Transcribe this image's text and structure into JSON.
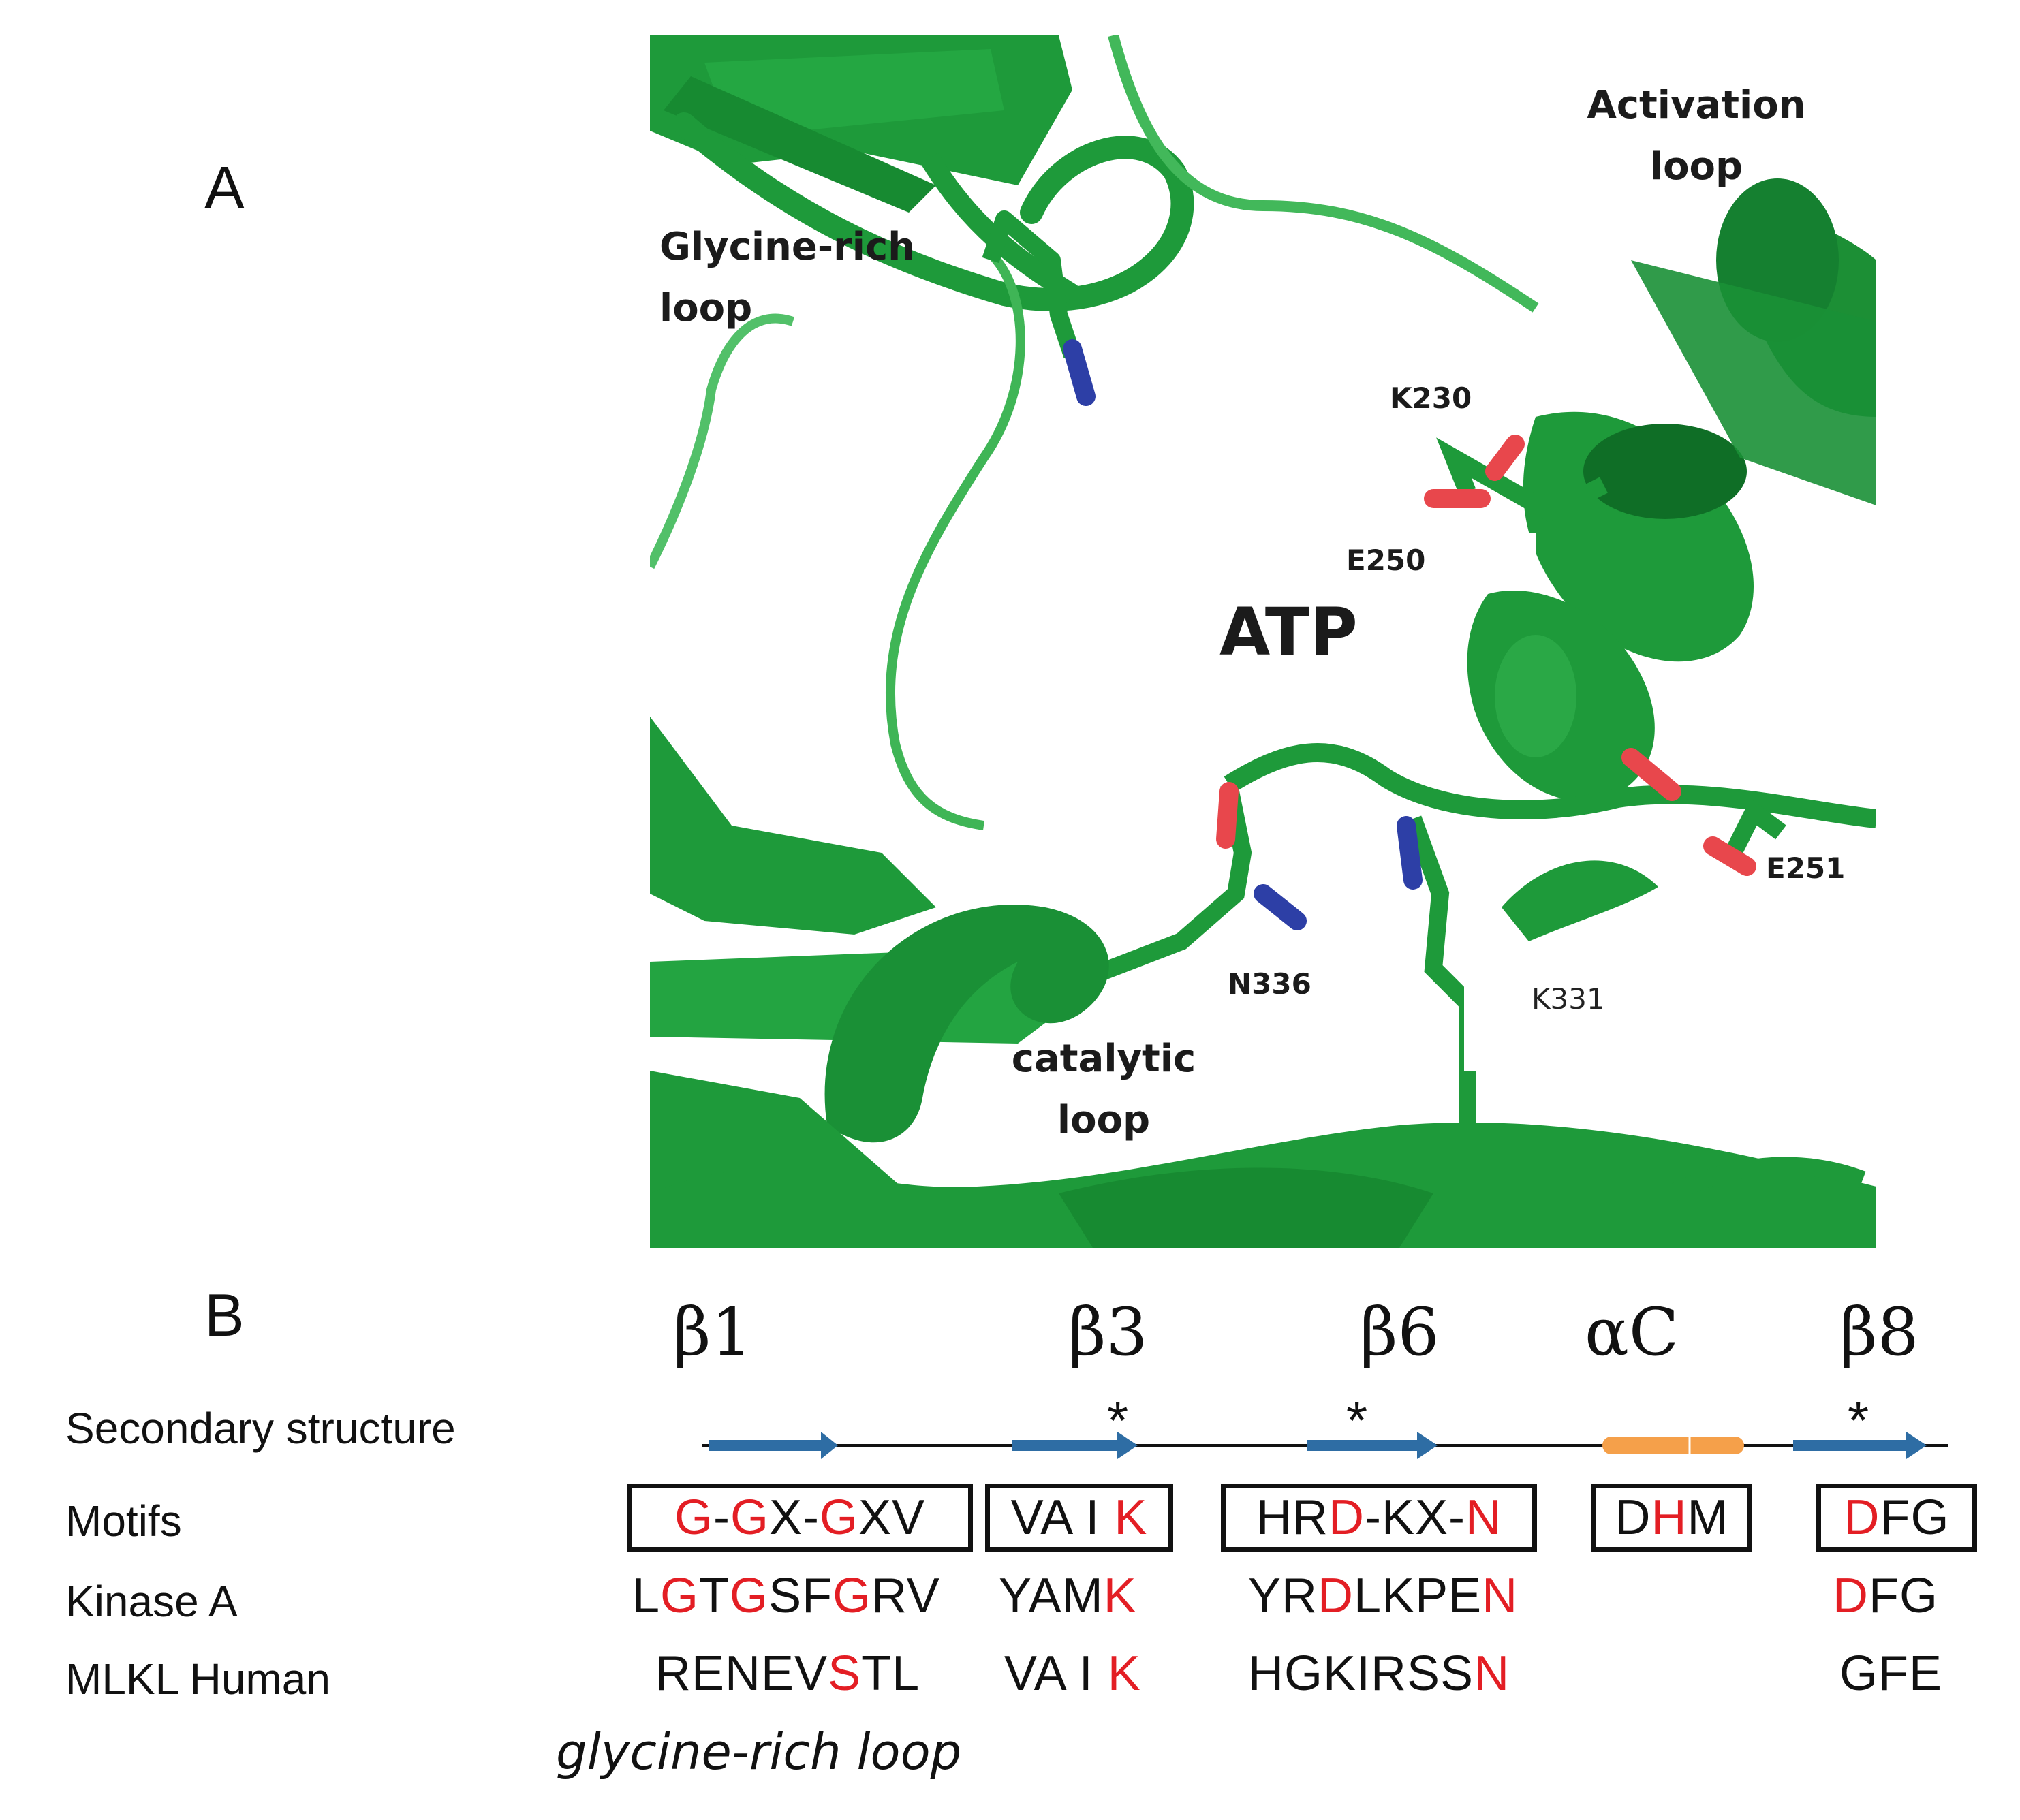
{
  "panel_a": {
    "letter": "A",
    "labels": {
      "activation_loop": [
        "Activation",
        "loop"
      ],
      "glycine_rich_loop": [
        "Glycine-rich",
        "loop"
      ],
      "k230": "K230",
      "e250": "E250",
      "atp": "ATP",
      "e251": "E251",
      "n336": "N336",
      "k331": "K331",
      "catalytic_loop": [
        "catalytic",
        "loop"
      ]
    },
    "colors": {
      "protein": "#1e9a3a",
      "nitrogen": "#2d3fa6",
      "oxygen": "#e8474c"
    }
  },
  "panel_b": {
    "letter": "B",
    "structure_elements": [
      "β1",
      "β3",
      "β6",
      "αC",
      "β8"
    ],
    "row_labels": {
      "secondary_structure": "Secondary structure",
      "motifs": "Motifs",
      "kinase_a": "Kinase A",
      "mlkl_human": "MLKL Human"
    },
    "star": "*",
    "motifs": [
      [
        {
          "t": "G",
          "hl": true
        },
        {
          "t": "-",
          "hl": false
        },
        {
          "t": "G",
          "hl": true
        },
        {
          "t": "X-",
          "hl": false
        },
        {
          "t": "G",
          "hl": true
        },
        {
          "t": "XV",
          "hl": false
        }
      ],
      [
        {
          "t": "VA I ",
          "hl": false
        },
        {
          "t": "K",
          "hl": true
        }
      ],
      [
        {
          "t": "HR",
          "hl": false
        },
        {
          "t": "D",
          "hl": true
        },
        {
          "t": "-KX-",
          "hl": false
        },
        {
          "t": "N",
          "hl": true
        }
      ],
      [
        {
          "t": "D",
          "hl": false
        },
        {
          "t": "H",
          "hl": true
        },
        {
          "t": "M",
          "hl": false
        }
      ],
      [
        {
          "t": "D",
          "hl": true
        },
        {
          "t": "FG",
          "hl": false
        }
      ]
    ],
    "kinase_a": [
      [
        {
          "t": "L",
          "hl": false
        },
        {
          "t": "G",
          "hl": true
        },
        {
          "t": "T",
          "hl": false
        },
        {
          "t": "G",
          "hl": true
        },
        {
          "t": "SF",
          "hl": false
        },
        {
          "t": "G",
          "hl": true
        },
        {
          "t": "RV",
          "hl": false
        }
      ],
      [
        {
          "t": "YAM",
          "hl": false
        },
        {
          "t": "K",
          "hl": true
        }
      ],
      [
        {
          "t": "YR",
          "hl": false
        },
        {
          "t": "D",
          "hl": true
        },
        {
          "t": "LKPE",
          "hl": false
        },
        {
          "t": "N",
          "hl": true
        }
      ],
      [
        {
          "t": "D",
          "hl": true
        },
        {
          "t": "FG",
          "hl": false
        }
      ]
    ],
    "mlkl_human": [
      [
        {
          "t": "RENEV",
          "hl": false
        },
        {
          "t": "S",
          "hl": true
        },
        {
          "t": "TL",
          "hl": false
        }
      ],
      [
        {
          "t": "VA I ",
          "hl": false
        },
        {
          "t": "K",
          "hl": true
        }
      ],
      [
        {
          "t": "HGKIRSS",
          "hl": false
        },
        {
          "t": "N",
          "hl": true
        }
      ],
      [
        {
          "t": "GFE",
          "hl": false
        }
      ]
    ],
    "caption": "glycine-rich loop",
    "colors": {
      "strand": "#2e6da4",
      "helix": "#f5a04a",
      "highlight": "#e31e24"
    }
  }
}
